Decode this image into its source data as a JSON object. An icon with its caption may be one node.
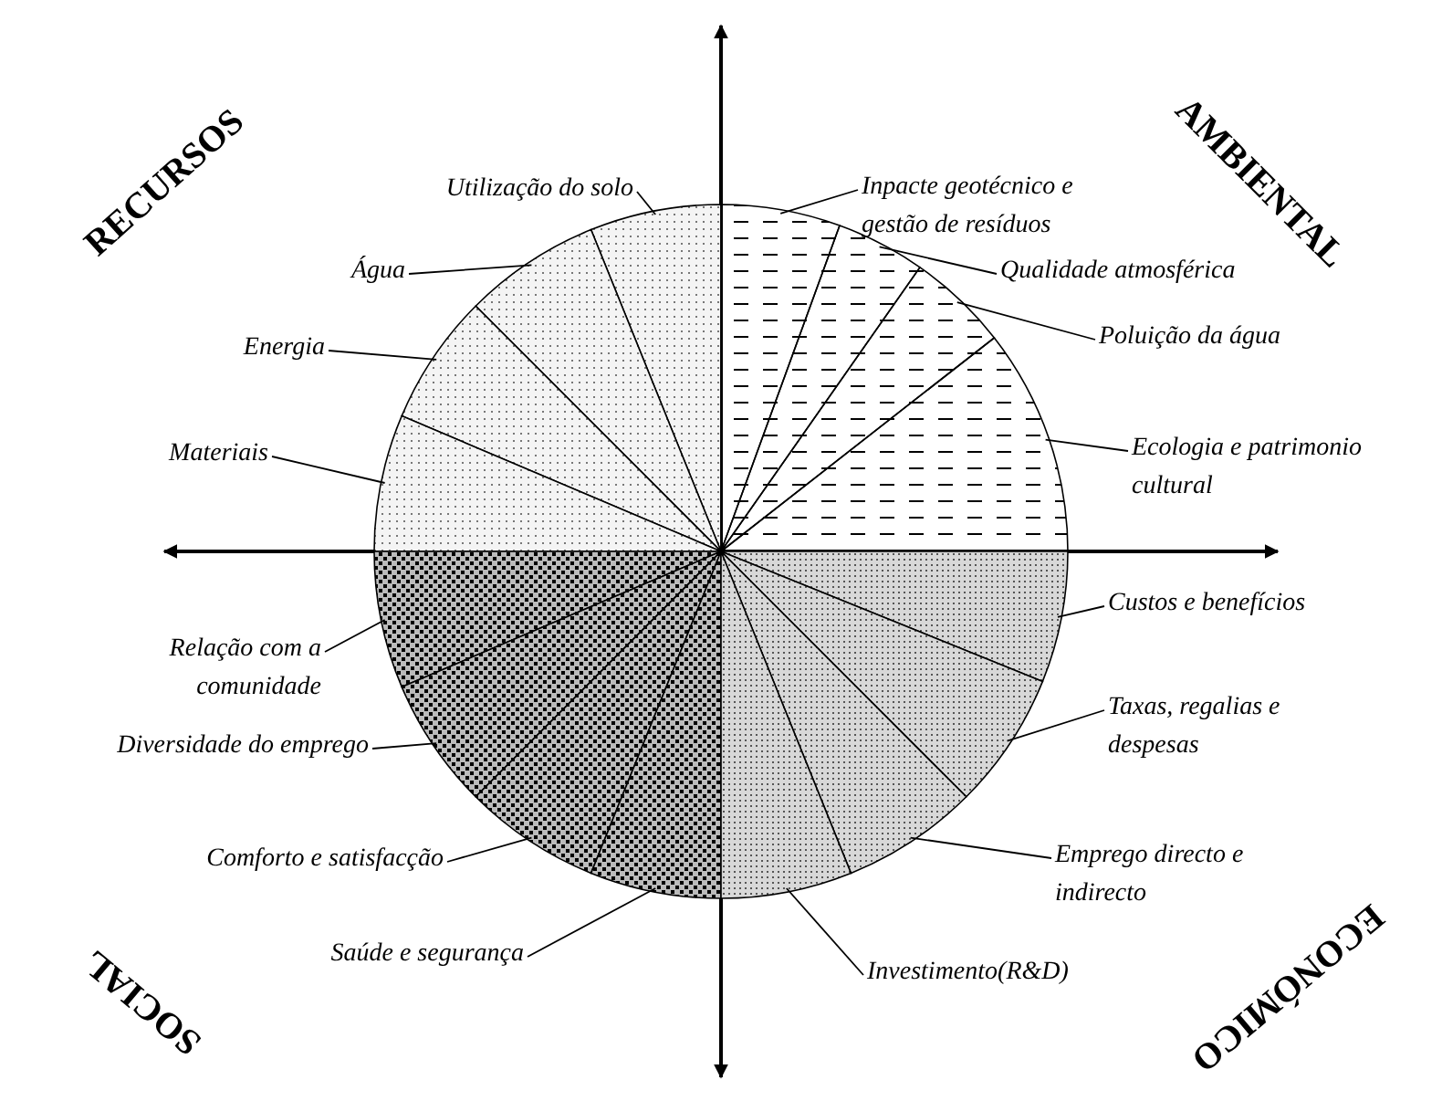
{
  "diagram": {
    "nodes": [
      {
        "text": [
          "Utilização do solo"
        ]
      },
      {
        "text": [
          "Inpacte geotécnico e gestão de resíduos"
        ]
      },
      {
        "text": [
          "Água"
        ]
      },
      {
        "text": [
          "Qualidade atmosférica"
        ]
      },
      {
        "text": [
          "Energia"
        ]
      },
      {
        "text": [
          "Poluição da água"
        ]
      },
      {
        "text": [
          "Materiais"
        ]
      },
      {
        "text": [
          "Ecologia e patrimonio cultural"
        ]
      },
      {
        "text": [
          "Custos e benefícios"
        ]
      },
      {
        "text": [
          "Relação com a comunidade"
        ]
      },
      {
        "text": [
          "Taxas, regalias e despesas"
        ]
      },
      {
        "text": [
          "Diversidade do emprego"
        ]
      },
      {
        "text": [
          "Emprego directo e indirecto"
        ]
      },
      {
        "text": [
          "Comforto e satisfacção"
        ]
      },
      {
        "text": [
          "Saúde e segurança"
        ]
      },
      {
        "text": [
          "Investimento(R&D)"
        ]
      },
      {
        "text": [],
        "shape": "wedge"
      },
      {
        "text": [],
        "shape": "wedge"
      },
      {
        "text": [],
        "shape": "wedge"
      },
      {
        "text": [],
        "shape": "wedge"
      },
      {
        "text": [],
        "shape": "wedge"
      },
      {
        "text": [],
        "shape": "wedge"
      },
      {
        "text": [],
        "shape": "wedge"
      },
      {
        "text": [],
        "shape": "wedge"
      },
      {
        "text": [],
        "shape": "wedge"
      },
      {
        "text": [],
        "shape": "wedge"
      },
      {
        "text": [],
        "shape": "wedge"
      },
      {
        "text": [],
        "shape": "wedge"
      },
      {
        "text": [],
        "shape": "wedge"
      },
      {
        "text": [],
        "shape": "wedge"
      },
      {
        "text": [],
        "shape": "wedge"
      },
      {
        "text": [],
        "shape": "wedge"
      }
    ],
    "edges": [
      {
        "from": 0,
        "to": 16,
        "arrow": "none"
      },
      {
        "from": 1,
        "to": 17,
        "arrow": "none"
      },
      {
        "from": 2,
        "to": 18,
        "arrow": "none"
      },
      {
        "from": 3,
        "to": 19,
        "arrow": "none"
      },
      {
        "from": 4,
        "to": 20,
        "arrow": "none"
      },
      {
        "from": 5,
        "to": 21,
        "arrow": "none"
      },
      {
        "from": 6,
        "to": 22,
        "arrow": "none"
      },
      {
        "from": 7,
        "to": 23,
        "arrow": "none"
      },
      {
        "from": 8,
        "to": 24,
        "arrow": "none"
      },
      {
        "from": 9,
        "to": 25,
        "arrow": "none"
      },
      {
        "from": 10,
        "to": 26,
        "arrow": "none"
      },
      {
        "from": 11,
        "to": 27,
        "arrow": "none"
      },
      {
        "from": 12,
        "to": 28,
        "arrow": "none"
      },
      {
        "from": 13,
        "to": 29,
        "arrow": "none"
      },
      {
        "from": 14,
        "to": 30,
        "arrow": "none"
      },
      {
        "from": 15,
        "to": 31,
        "arrow": "none"
      }
    ],
    "labels": [
      "RECURSOS",
      "AMBIENTAL",
      "SOCIAL",
      "ECONÓMICO"
    ]
  }
}
